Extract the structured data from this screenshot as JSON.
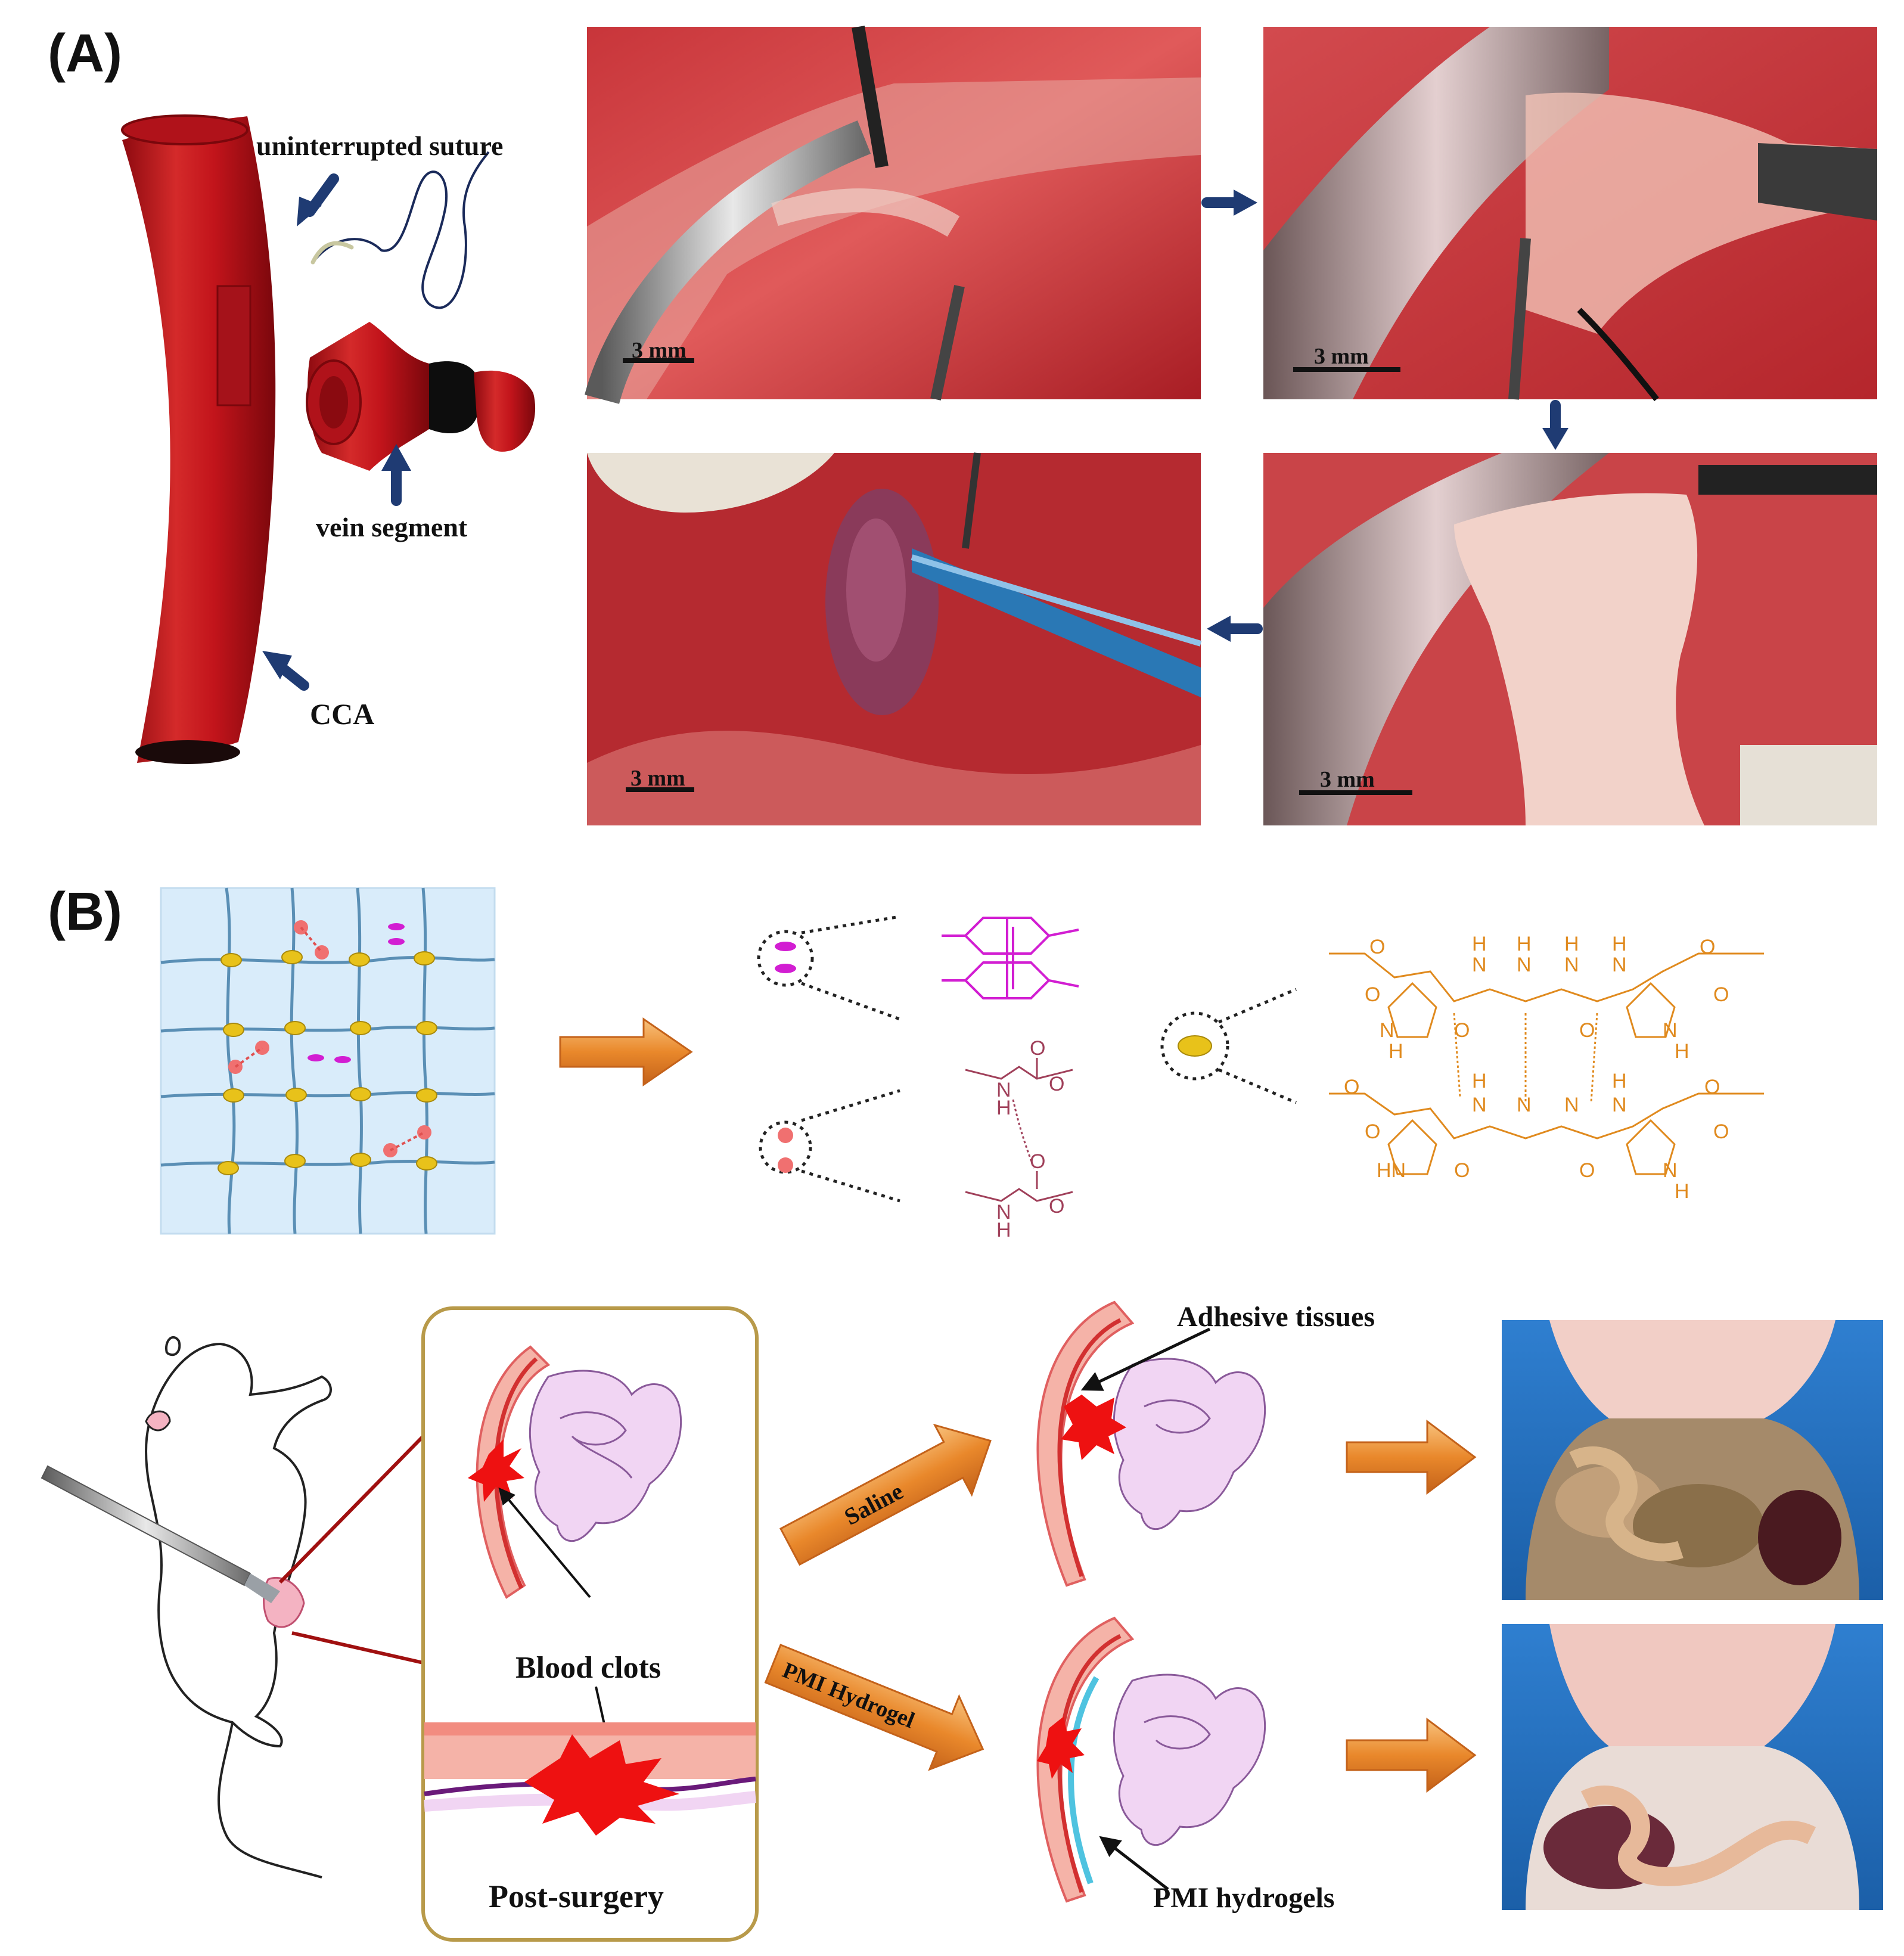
{
  "panel_a": {
    "label": "(A)",
    "schematic": {
      "suture_label": "uninterrupted suture",
      "vein_label": "vein segment",
      "artery_label": "CCA"
    },
    "photos": [
      {
        "scale_bar": "3 mm"
      },
      {
        "scale_bar": "3 mm"
      },
      {
        "scale_bar": "3 mm"
      },
      {
        "scale_bar": "3 mm"
      }
    ]
  },
  "panel_b": {
    "label": "(B)",
    "chem": {
      "o": "O",
      "h": "H",
      "n": "N",
      "nh": "NH",
      "hn": "HN"
    },
    "procedure": {
      "blood_clots": "Blood clots",
      "post_surgery": "Post-surgery",
      "saline": "Saline",
      "pmi_hydrogel": "PMI Hydrogel",
      "adhesive_tissues": "Adhesive tissues",
      "pmi_hydrogels": "PMI hydrogels"
    }
  },
  "colors": {
    "vessel_red": "#c8161d",
    "arrow_navy": "#1f3b73",
    "arrow_orange": "#e9882b",
    "pi_magenta": "#d21ed2",
    "urethane_maroon": "#a0405a",
    "imidazolidinyl_orange": "#e08a1e",
    "grid_blue": "#5a8fb5",
    "node_yellow": "#e8c21a",
    "tissue_pink": "#f5b3a8",
    "intestine_lavender": "#f1d5f3",
    "frame_gold": "#b89a4a"
  }
}
